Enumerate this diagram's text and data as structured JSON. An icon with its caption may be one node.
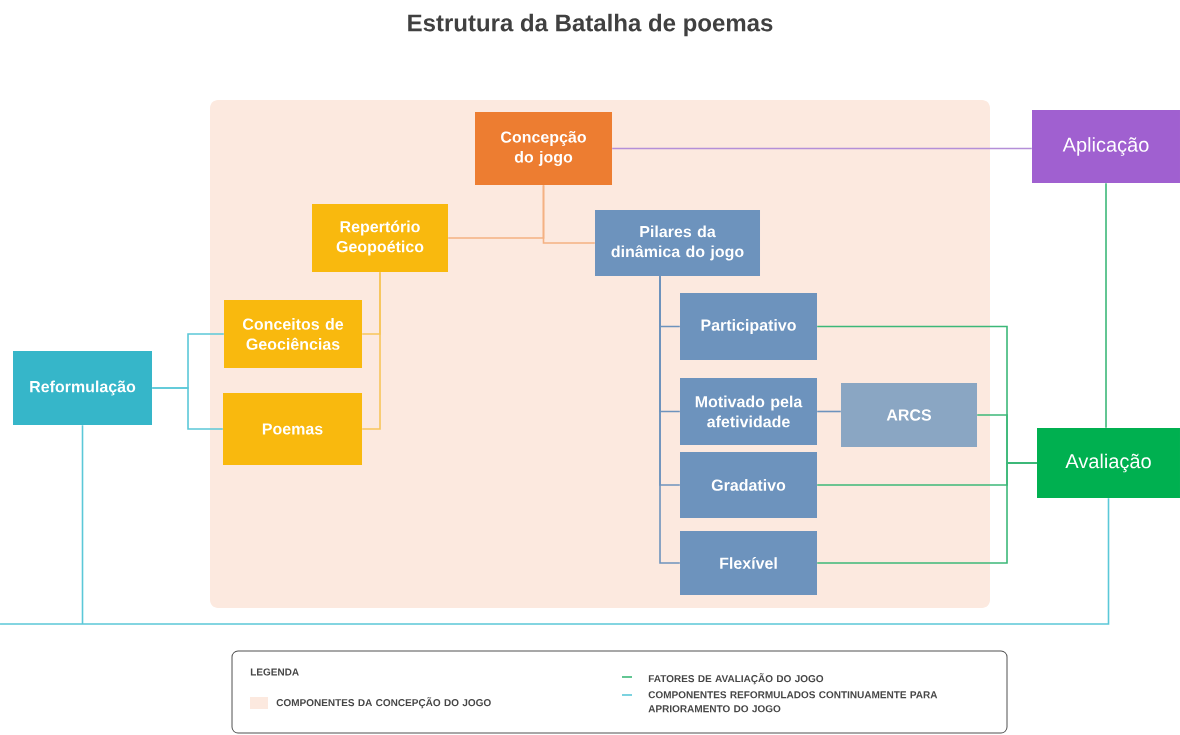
{
  "diagram": {
    "title": "Estrutura da Batalha de poemas",
    "nodes": [
      {
        "text": [],
        "shape": "box"
      },
      {
        "text": [
          "Concepção do jogo"
        ],
        "in": 0
      },
      {
        "text": [
          "Repertório Geopoético"
        ],
        "in": 0
      },
      {
        "text": [
          "Pilares da dinâmica do jogo"
        ],
        "in": 0
      },
      {
        "text": [
          "Conceitos de Geociências"
        ],
        "in": 0
      },
      {
        "text": [
          "Poemas"
        ],
        "in": 0
      },
      {
        "text": [
          "Participativo"
        ],
        "in": 0
      },
      {
        "text": [
          "Motivado pela afetividade"
        ],
        "in": 0
      },
      {
        "text": [
          "ARCS"
        ],
        "in": 0
      },
      {
        "text": [
          "Gradativo"
        ],
        "in": 0
      },
      {
        "text": [
          "Flexível"
        ],
        "in": 0
      },
      {
        "text": [
          "Aplicação"
        ]
      },
      {
        "text": [
          "Reformulação"
        ]
      },
      {
        "text": [
          "Avaliação"
        ]
      }
    ],
    "edges": [
      {
        "from": 1,
        "to": 2,
        "arrow": "none",
        "color": "#f4b183"
      },
      {
        "from": 1,
        "to": 3,
        "arrow": "none",
        "color": "#f4b183"
      },
      {
        "from": 2,
        "to": 4,
        "arrow": "none",
        "color": "#f7c55a"
      },
      {
        "from": 2,
        "to": 5,
        "arrow": "none",
        "color": "#f7c55a"
      },
      {
        "from": 3,
        "to": 6,
        "arrow": "none"
      },
      {
        "from": 3,
        "to": 7,
        "arrow": "none"
      },
      {
        "from": 3,
        "to": 9,
        "arrow": "none"
      },
      {
        "from": 3,
        "to": 10,
        "arrow": "none"
      },
      {
        "from": 7,
        "to": 8,
        "arrow": "none"
      },
      {
        "from": 1,
        "to": 11,
        "arrow": "none",
        "color": "#b48fd8"
      },
      {
        "from": 11,
        "to": 13,
        "arrow": "none",
        "color": "#3cb878"
      },
      {
        "from": 6,
        "to": 13,
        "arrow": "none",
        "color": "#3cb878"
      },
      {
        "from": 8,
        "to": 13,
        "arrow": "none",
        "color": "#3cb878"
      },
      {
        "from": 9,
        "to": 13,
        "arrow": "none",
        "color": "#3cb878"
      },
      {
        "from": 10,
        "to": 13,
        "arrow": "none",
        "color": "#3cb878"
      },
      {
        "from": 12,
        "to": 4,
        "arrow": "none",
        "color": "#5bc8d8"
      },
      {
        "from": 12,
        "to": 5,
        "arrow": "none",
        "color": "#5bc8d8"
      },
      {
        "from": 13,
        "to": 12,
        "arrow": "none",
        "color": "#5bc8d8"
      }
    ],
    "labels": [
      "LEGENDA"
    ],
    "legend": [
      {
        "text": "COMPONENTES DA CONCEPÇÃO DO JOGO",
        "color": "#fce9df"
      },
      {
        "text": "FATORES DE AVALIAÇÃO DO JOGO"
      },
      {
        "text": "COMPONENTES REFORMULADOS CONTINUAMENTE PARA APRIORAMENTO DO JOGO"
      }
    ]
  }
}
